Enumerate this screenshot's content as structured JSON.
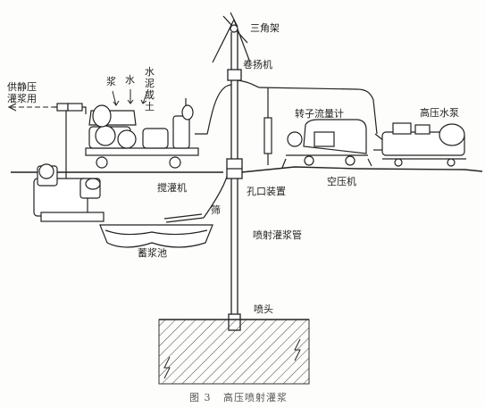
{
  "labels": {
    "tripod": "三角架",
    "winch": "卷扬机",
    "supply_line1": "供静压",
    "supply_line2": "灌浆用",
    "slurry": "浆",
    "water": "水",
    "cement_soil": "泥或土",
    "water_top": "水",
    "rotor_flowmeter": "转子流量计",
    "hp_pump": "高压水泵",
    "mixer": "搅灌机",
    "hole_device": "孔口装置",
    "air_compressor": "空压机",
    "screen": "筛",
    "jet_pipe": "喷射灌浆管",
    "tank": "蓄浆池",
    "nozzle": "喷头",
    "caption_fig": "图 3",
    "caption_text": "高压喷射灌浆"
  }
}
